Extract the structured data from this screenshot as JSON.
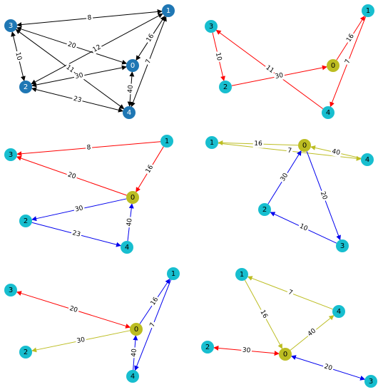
{
  "colors": {
    "node_plain": "#1f77b4",
    "node_cyan": "#17becf",
    "node_hub": "#bcbd22",
    "edge_black": "#000000",
    "edge_red": "#ff0000",
    "edge_blue": "#0000ee",
    "edge_yellow": "#bcbd22",
    "label_dark": "#000000",
    "label_light": "#ffffff"
  },
  "panels": [
    {
      "id": "full-graph",
      "nodes": [
        {
          "id": "3",
          "label": "3",
          "color": "node_plain"
        },
        {
          "id": "1",
          "label": "1",
          "color": "node_plain"
        },
        {
          "id": "0",
          "label": "0",
          "color": "node_plain"
        },
        {
          "id": "2",
          "label": "2",
          "color": "node_plain"
        },
        {
          "id": "4",
          "label": "4",
          "color": "node_plain"
        }
      ],
      "edges": [
        {
          "from": "3",
          "to": "1",
          "label": "8",
          "color": "edge_black",
          "dir": "both"
        },
        {
          "from": "0",
          "to": "3",
          "label": "20",
          "color": "edge_black",
          "dir": "both"
        },
        {
          "from": "3",
          "to": "2",
          "label": "10",
          "color": "edge_black",
          "dir": "both"
        },
        {
          "from": "0",
          "to": "1",
          "label": "16",
          "color": "edge_black",
          "dir": "both"
        },
        {
          "from": "2",
          "to": "0",
          "label": "30",
          "color": "edge_black",
          "dir": "both"
        },
        {
          "from": "4",
          "to": "0",
          "label": "40",
          "color": "edge_black",
          "dir": "both"
        },
        {
          "from": "4",
          "to": "1",
          "label": "7",
          "color": "edge_black",
          "dir": "both"
        },
        {
          "from": "2",
          "to": "4",
          "label": "23",
          "color": "edge_black",
          "dir": "both"
        },
        {
          "from": "2",
          "to": "1",
          "label": "12",
          "color": "edge_black",
          "dir": "both"
        },
        {
          "from": "4",
          "to": "3",
          "label": "11",
          "color": "edge_black",
          "dir": "both"
        }
      ]
    },
    {
      "id": "path-panel-2",
      "nodes": [
        {
          "id": "3",
          "label": "3",
          "color": "node_cyan"
        },
        {
          "id": "1",
          "label": "1",
          "color": "node_cyan"
        },
        {
          "id": "0",
          "label": "0",
          "color": "node_hub"
        },
        {
          "id": "2",
          "label": "2",
          "color": "node_cyan"
        },
        {
          "id": "4",
          "label": "4",
          "color": "node_cyan"
        }
      ],
      "edges": [
        {
          "from": "3",
          "to": "2",
          "label": "10",
          "color": "edge_red",
          "dir": "forward"
        },
        {
          "from": "2",
          "to": "0",
          "label": "30",
          "color": "edge_red",
          "dir": "forward"
        },
        {
          "from": "0",
          "to": "1",
          "label": "16",
          "color": "edge_red",
          "dir": "forward"
        },
        {
          "from": "1",
          "to": "4",
          "label": "7",
          "color": "edge_red",
          "dir": "forward"
        },
        {
          "from": "4",
          "to": "3",
          "label": "11",
          "color": "edge_red",
          "dir": "forward"
        }
      ]
    },
    {
      "id": "path-panel-3",
      "nodes": [
        {
          "id": "3",
          "label": "3",
          "color": "node_cyan"
        },
        {
          "id": "1",
          "label": "1",
          "color": "node_cyan"
        },
        {
          "id": "0",
          "label": "0",
          "color": "node_hub"
        },
        {
          "id": "2",
          "label": "2",
          "color": "node_cyan"
        },
        {
          "id": "4",
          "label": "4",
          "color": "node_cyan"
        }
      ],
      "edges": [
        {
          "from": "1",
          "to": "3",
          "label": "8",
          "color": "edge_red",
          "dir": "forward"
        },
        {
          "from": "1",
          "to": "0",
          "label": "16",
          "color": "edge_red",
          "dir": "forward"
        },
        {
          "from": "0",
          "to": "3",
          "label": "20",
          "color": "edge_red",
          "dir": "forward"
        },
        {
          "from": "0",
          "to": "2",
          "label": "30",
          "color": "edge_blue",
          "dir": "forward"
        },
        {
          "from": "2",
          "to": "4",
          "label": "23",
          "color": "edge_blue",
          "dir": "forward"
        },
        {
          "from": "4",
          "to": "0",
          "label": "40",
          "color": "edge_blue",
          "dir": "forward"
        }
      ]
    },
    {
      "id": "path-panel-4",
      "nodes": [
        {
          "id": "1",
          "label": "1",
          "color": "node_cyan"
        },
        {
          "id": "0",
          "label": "0",
          "color": "node_hub"
        },
        {
          "id": "4",
          "label": "4",
          "color": "node_cyan"
        },
        {
          "id": "2",
          "label": "2",
          "color": "node_cyan"
        },
        {
          "id": "3",
          "label": "3",
          "color": "node_cyan"
        }
      ],
      "edges": [
        {
          "from": "0",
          "to": "1",
          "label": "16",
          "color": "edge_yellow",
          "dir": "forward"
        },
        {
          "from": "1",
          "to": "4",
          "label": "7",
          "color": "edge_yellow",
          "dir": "forward"
        },
        {
          "from": "4",
          "to": "0",
          "label": "40",
          "color": "edge_yellow",
          "dir": "forward"
        },
        {
          "from": "2",
          "to": "0",
          "label": "30",
          "color": "edge_blue",
          "dir": "forward"
        },
        {
          "from": "0",
          "to": "3",
          "label": "20",
          "color": "edge_blue",
          "dir": "forward"
        },
        {
          "from": "3",
          "to": "2",
          "label": "10",
          "color": "edge_blue",
          "dir": "forward"
        }
      ]
    },
    {
      "id": "path-panel-5",
      "nodes": [
        {
          "id": "3",
          "label": "3",
          "color": "node_cyan"
        },
        {
          "id": "1",
          "label": "1",
          "color": "node_cyan"
        },
        {
          "id": "0",
          "label": "0",
          "color": "node_hub"
        },
        {
          "id": "2",
          "label": "2",
          "color": "node_cyan"
        },
        {
          "id": "4",
          "label": "4",
          "color": "node_cyan"
        }
      ],
      "edges": [
        {
          "from": "3",
          "to": "0",
          "label": "20",
          "color": "edge_red",
          "dir": "both"
        },
        {
          "from": "0",
          "to": "2",
          "label": "30",
          "color": "edge_yellow",
          "dir": "forward"
        },
        {
          "from": "0",
          "to": "1",
          "label": "16",
          "color": "edge_blue",
          "dir": "forward"
        },
        {
          "from": "1",
          "to": "4",
          "label": "7",
          "color": "edge_blue",
          "dir": "forward"
        },
        {
          "from": "4",
          "to": "0",
          "label": "40",
          "color": "edge_blue",
          "dir": "forward"
        }
      ]
    },
    {
      "id": "path-panel-6",
      "nodes": [
        {
          "id": "1",
          "label": "1",
          "color": "node_cyan"
        },
        {
          "id": "4",
          "label": "4",
          "color": "node_cyan"
        },
        {
          "id": "2",
          "label": "2",
          "color": "node_cyan"
        },
        {
          "id": "0",
          "label": "0",
          "color": "node_hub"
        },
        {
          "id": "3",
          "label": "3",
          "color": "node_cyan"
        }
      ],
      "edges": [
        {
          "from": "1",
          "to": "0",
          "label": "16",
          "color": "edge_yellow",
          "dir": "forward"
        },
        {
          "from": "0",
          "to": "4",
          "label": "40",
          "color": "edge_yellow",
          "dir": "forward"
        },
        {
          "from": "4",
          "to": "1",
          "label": "7",
          "color": "edge_yellow",
          "dir": "forward"
        },
        {
          "from": "2",
          "to": "0",
          "label": "30",
          "color": "edge_red",
          "dir": "both"
        },
        {
          "from": "3",
          "to": "0",
          "label": "20",
          "color": "edge_blue",
          "dir": "both"
        }
      ]
    }
  ]
}
